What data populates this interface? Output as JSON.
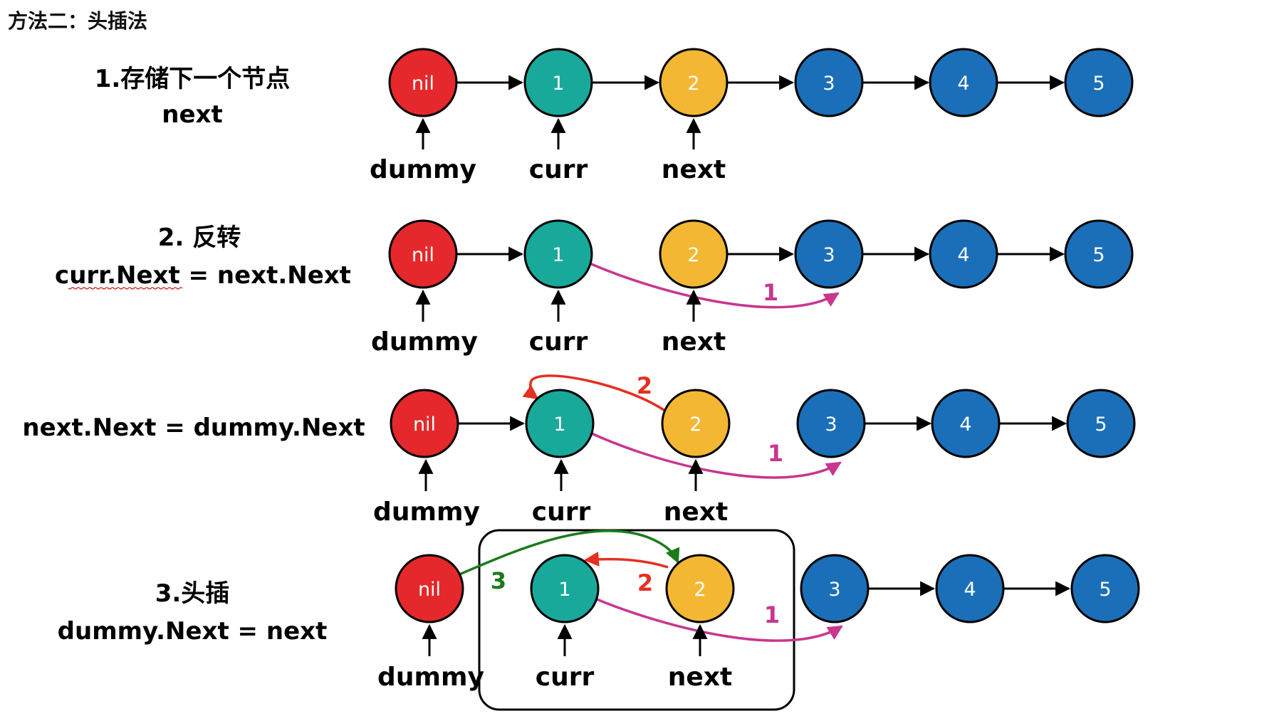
{
  "page_title": "方法二：头插法",
  "colors": {
    "nil": "#e5282b",
    "node1": "#18a99b",
    "node2": "#f4b733",
    "blue": "#1a6fb8",
    "outline": "#000000",
    "next_label_step1": "#a23191",
    "link1": "#c8368f",
    "link2": "#e52f20",
    "link3": "#1b7a1b"
  },
  "nodes": [
    "nil",
    "1",
    "2",
    "3",
    "4",
    "5"
  ],
  "pointers": {
    "dummy": "dummy",
    "curr": "curr",
    "next": "next"
  },
  "steps": [
    {
      "title": "1.存储下一个节点",
      "code": "next"
    },
    {
      "title": "2. 反转",
      "code": "curr.Next = next.Next"
    },
    {
      "title": "",
      "code": "next.Next = dummy.Next"
    },
    {
      "title": "3.头插",
      "code": "dummy.Next = next"
    }
  ],
  "link_labels": {
    "one": "1",
    "two": "2",
    "three": "3"
  }
}
